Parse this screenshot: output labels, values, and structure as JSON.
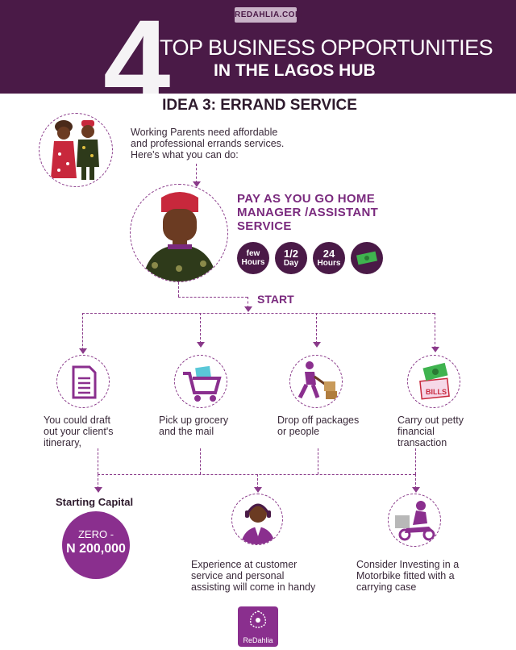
{
  "header": {
    "site": "REDAHLIA.COM",
    "number": "4",
    "title_line1": "TOP BUSINESS OPPORTUNITIES",
    "title_line2": "IN THE LAGOS HUB"
  },
  "idea": {
    "title": "IDEA 3: ERRAND SERVICE",
    "intro_line1": "Working Parents need affordable",
    "intro_line2": "and professional errands services.",
    "intro_line3": "Here's what you can do:"
  },
  "service": {
    "title_line1": "PAY AS YOU GO HOME",
    "title_line2": "MANAGER /ASSISTANT",
    "title_line3": "SERVICE",
    "options": [
      {
        "top": "few",
        "bottom": "Hours"
      },
      {
        "top": "1/2",
        "bottom": "Day"
      },
      {
        "top": "24",
        "bottom": "Hours"
      }
    ]
  },
  "start_label": "START",
  "tasks": [
    {
      "icon": "document-icon",
      "line1": "You could draft",
      "line2": "out your client's",
      "line3": "itinerary,"
    },
    {
      "icon": "shopping-cart-icon",
      "line1": "Pick up grocery",
      "line2": "and the mail",
      "line3": ""
    },
    {
      "icon": "delivery-person-icon",
      "line1": "Drop off packages",
      "line2": "or people",
      "line3": ""
    },
    {
      "icon": "bills-icon",
      "bills_label": "BILLS",
      "line1": "Carry out petty",
      "line2": "financial",
      "line3": "transaction"
    }
  ],
  "capital": {
    "label": "Starting Capital",
    "line1": "ZERO -",
    "line2": "N 200,000"
  },
  "experience": {
    "line1": "Experience at customer",
    "line2": "service and personal",
    "line3": "assisting will come in handy"
  },
  "motorbike": {
    "line1": "Consider Investing in a",
    "line2": "Motorbike fitted with a",
    "line3": "carrying case"
  },
  "footer": {
    "logo_text": "ReDahlia"
  },
  "colors": {
    "header_bg": "#4a1a47",
    "accent": "#8a2f8e",
    "dashed": "#8a3a8a"
  }
}
